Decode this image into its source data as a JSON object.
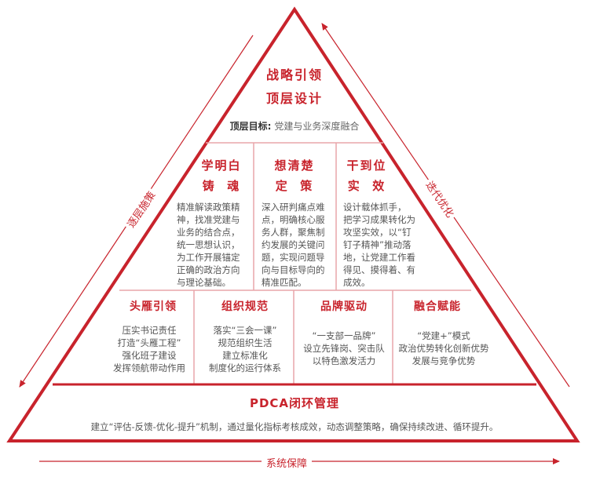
{
  "colors": {
    "accent": "#c8232c",
    "line": "#e9a6aa",
    "text": "#555555"
  },
  "top": {
    "title1": "战略引领",
    "title2": "顶层设计",
    "goal_label": "顶层目标:",
    "goal_text": "党建与业务深度融合"
  },
  "middle": [
    {
      "title1": "学明白",
      "title2": "铸  魂",
      "lines": [
        "精准解读政策精",
        "神，找准党建与",
        "业务的结合点，",
        "统一思想认识，",
        "为工作开展锚定",
        "正确的政治方向",
        "与理论基础。"
      ]
    },
    {
      "title1": "想清楚",
      "title2": "定  策",
      "lines": [
        "深入研判痛点难",
        "点，明确核心服",
        "务人群，聚焦制",
        "约发展的关键问",
        "题，实现问题导",
        "向与目标导向的",
        "精准匹配。"
      ]
    },
    {
      "title1": "干到位",
      "title2": "实  效",
      "lines": [
        "设计载体抓手，",
        "把学习成果转化为",
        "攻坚实效，以“钉",
        "钉子精神”推动落",
        "地，让党建工作看",
        "得见、摸得着、有",
        "成效。"
      ]
    }
  ],
  "lower": [
    {
      "title": "头雁引领",
      "lines": [
        "压实书记责任",
        "打造“头雁工程”",
        "强化班子建设",
        "发挥领航带动作用"
      ]
    },
    {
      "title": "组织规范",
      "lines": [
        "落实“三会一课”",
        "规范组织生活",
        "建立标准化",
        "制度化的运行体系"
      ]
    },
    {
      "title": "品牌驱动",
      "lines": [
        "“一支部一品牌”",
        "设立先锋岗、突击队",
        "以特色激发活力"
      ]
    },
    {
      "title": "融合赋能",
      "lines": [
        "“党建+”模式",
        "政治优势转化创新优势",
        "发展与竞争优势"
      ]
    }
  ],
  "bottom": {
    "title": "PDCA闭环管理",
    "text": "建立“评估-反馈-优化-提升”机制，通过量化指标考核成效，动态调整策略，确保持续改进、循环提升。"
  },
  "arrows": {
    "left_label": "逐层施策",
    "right_label": "迭代优化",
    "bottom_label": "系统保障"
  }
}
